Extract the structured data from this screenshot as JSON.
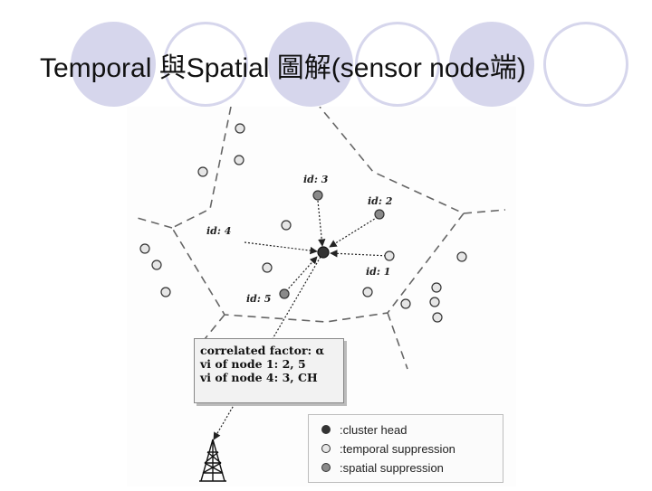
{
  "title": "Temporal 與Spatial 圖解(sensor node端)",
  "node_labels": {
    "id3": "id: 3",
    "id2": "id: 2",
    "id4": "id: 4",
    "id1": "id: 1",
    "id5": "id: 5"
  },
  "infobox": {
    "line1": "correlated factor: α",
    "line2": "vi of node 1: 2, 5",
    "line3": "vi of node 4: 3, CH"
  },
  "legend": {
    "cluster_head": ":cluster head",
    "temporal": ":temporal suppression",
    "spatial": ":spatial suppression"
  },
  "colors": {
    "cluster_head": "#333333",
    "temporal": "#e6e6e6",
    "spatial": "#8a8a8a",
    "deco": "#d6d6ec"
  }
}
